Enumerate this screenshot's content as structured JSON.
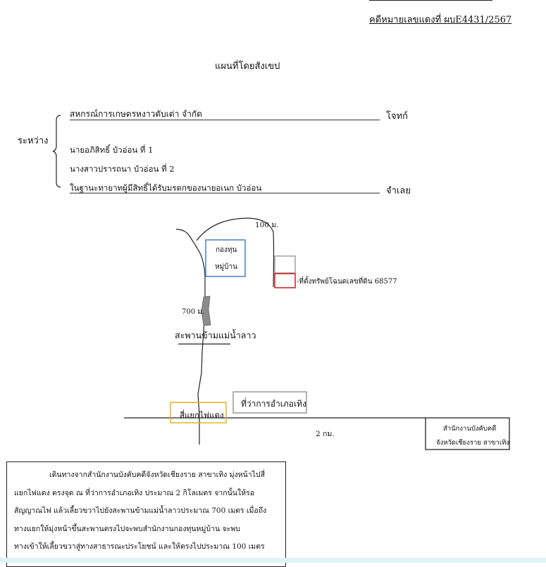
{
  "header": {
    "case_number": "คดีหมายเลขแดงที่ ผบE4431/2567"
  },
  "title": "แผนที่โดยสังเขป",
  "parties": {
    "between_label": "ระหว่าง",
    "plaintiff": "สหกรณ์การเกษตรหงาวตับเต่า จำกัด",
    "plaintiff_role": "โจทก์",
    "defendant_1": "นายอภิสิทธิ์ บัวอ่อน ที่ 1",
    "defendant_2": "นางสาวปรารถนา บัวอ่อน ที่ 2",
    "defendant_3": "ในฐานะทายาทผู้มีสิทธิ์ได้รับมรดกของนายอเนก บัวอ่อน",
    "defendant_role": "จำเลย"
  },
  "map": {
    "distance_top": "100 ม.",
    "village_fund_line1": "กองทุน",
    "village_fund_line2": "หมู่บ้าน",
    "property_label": "-ที่ตั้งทรัพย์โฉนดเลขที่ดิน 68577",
    "distance_bridge": "700 ม.",
    "bridge_label": "สะพานข้ามแม่น้ำลาว",
    "district_office": "ที่ว่าการอำเภอเทิง",
    "traffic_light": "สี่แยกไฟแดง",
    "distance_road": "2 กม.",
    "court_line1": "สำนักงานบังคับคดี",
    "court_line2": "จังหวัดเชียงราย สาขาเทิง",
    "colors": {
      "village_box": "#4a7cc7",
      "property_box": "#d22a2a",
      "traffic_box": "#e8b022",
      "bridge": "#8c8c8c"
    }
  },
  "directions": {
    "line1": "เดินทางจากสำนักงานบังคับคดีจังหวัดเชียงราย สาขาเทิง มุ่งหน้าไปสี่",
    "line2": "แยกไฟแดง ตรงจุด ณ ที่ว่าการอำเภอเทิง ประมาณ 2 กิโลเมตร จากนั้นให้รอ",
    "line3": "สัญญาณไฟ แล้วเลี้ยวขวาไปยังสะพานข้ามแม่น้ำลาวประมาณ 700 เมตร เมื่อถึง",
    "line4": "ทางแยกให้มุ่งหน้าขึ้นสะพานตรงไปจะพบสำนักงานกองทุนหมู่บ้าน จะพบ",
    "line5": "ทางเข้าให้เลี้ยวขวาสู่ทางสาธารณะประโยชน์ และให้ตรงไปประมาณ 100 เมตร"
  }
}
